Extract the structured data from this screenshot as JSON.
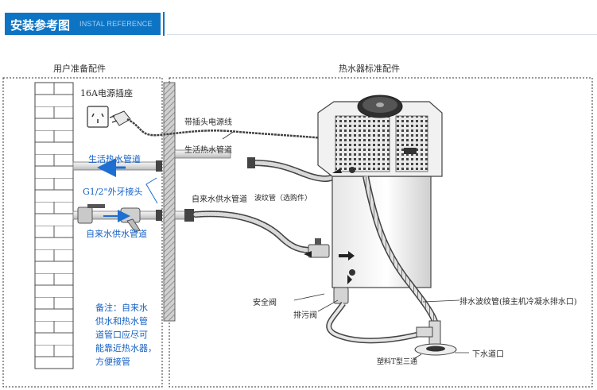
{
  "header": {
    "title": "安装参考图",
    "subtitle": "INSTAL REFERENCE",
    "accent_color": "#0d74c4"
  },
  "sections": {
    "left": "用户准备配件",
    "right": "热水器标准配件"
  },
  "labels": {
    "socket": "16A电源插座",
    "power_cord": "带插头电源线",
    "hot_pipe_user": "生活热水管道",
    "thread_joint": "G1/2\"外牙接头",
    "cold_pipe_user": "自来水供水管道",
    "hot_pipe_std": "生活热水管道",
    "cold_pipe_std": "自来水供水管道",
    "corrugated": "波纹管（选购件）",
    "safety_valve": "安全阀",
    "drain_valve": "排污阀",
    "drain_hose": "排水波纹管(接主机冷凝水排水口)",
    "floor_drain": "下水道口",
    "tee": "塑料T型三通"
  },
  "note": {
    "lines": [
      "备注：自来水",
      "供水和热水管",
      "道管口应尽可",
      "能靠近热水器，",
      "方便接管"
    ]
  },
  "colors": {
    "line": "#333333",
    "note_text": "#1561c5",
    "arrow_blue": "#1e6fd1",
    "brick_fill": "#ffffff"
  },
  "icons": [
    "socket-icon",
    "plug-icon",
    "fan-icon",
    "arrow-icon"
  ]
}
